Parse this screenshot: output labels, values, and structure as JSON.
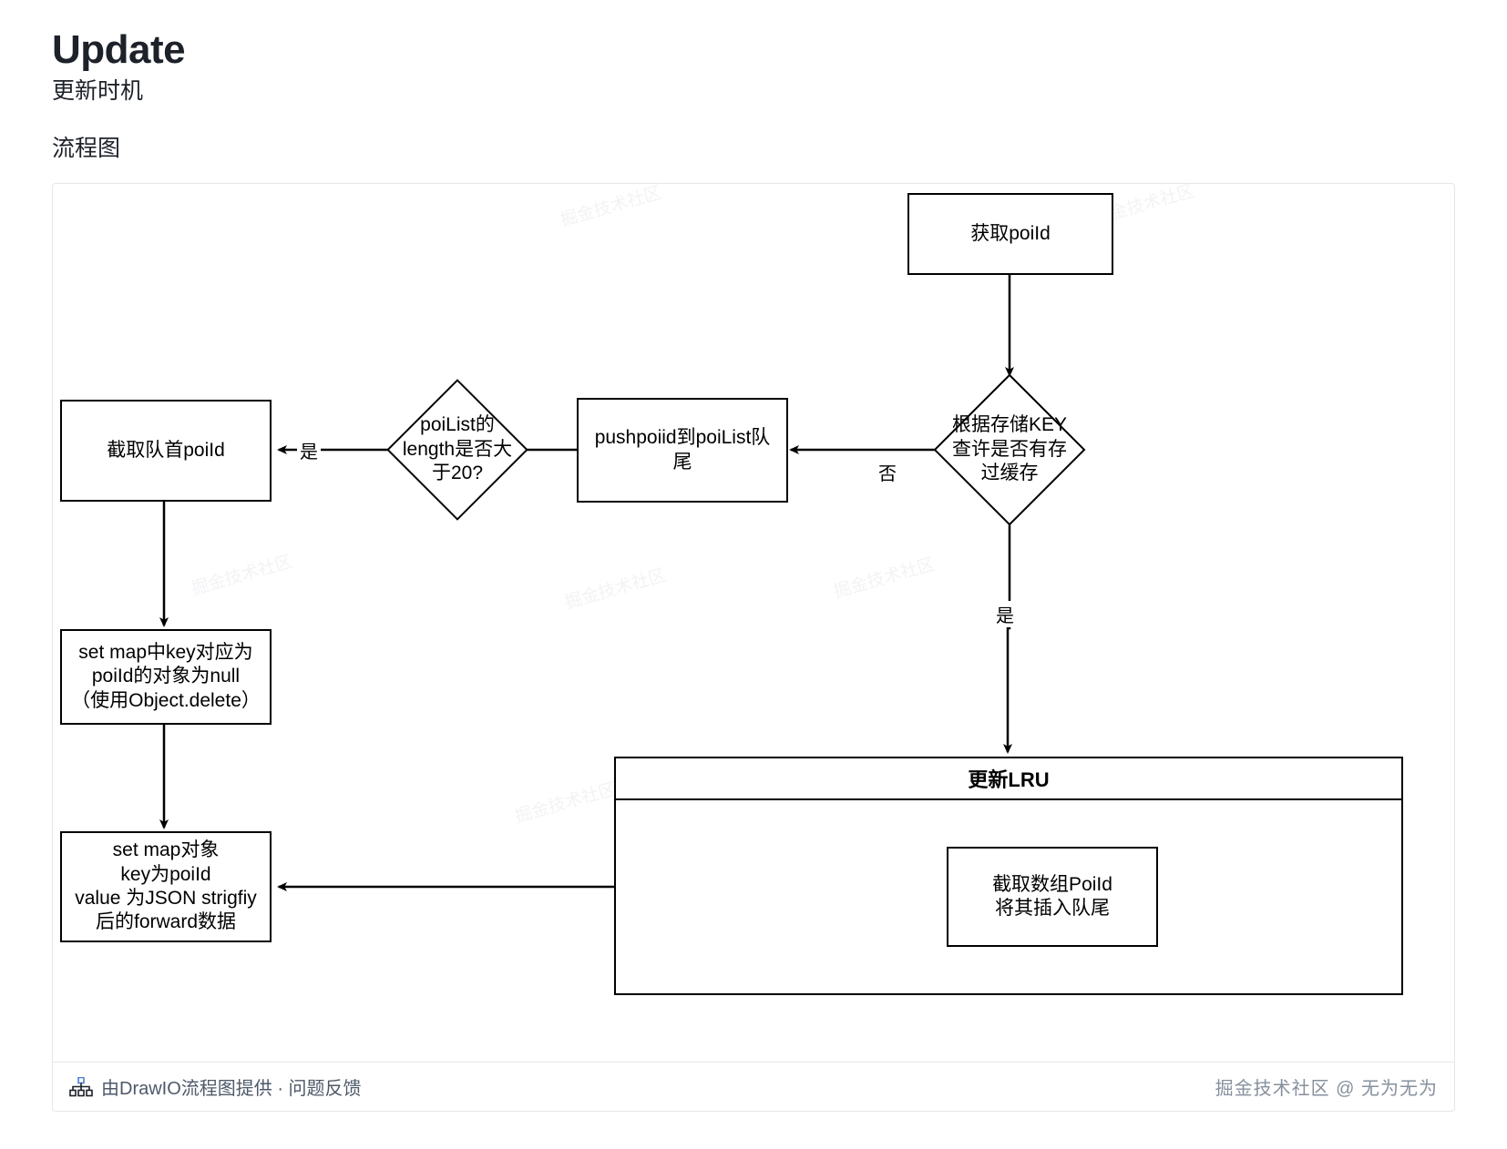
{
  "page": {
    "title": "Update",
    "subtitle": "更新时机",
    "section_label": "流程图"
  },
  "watermarks": [
    "掘金技术社区",
    "掘金技术社区",
    "掘金技术社区",
    "掘金技术社区",
    "掘金技术社区",
    "掘金技术社区"
  ],
  "footer": {
    "icon": "sitemap-icon",
    "text": "由DrawIO流程图提供 · 问题反馈",
    "attribution": "掘金技术社区 @ 无为无为"
  },
  "chart_data": {
    "type": "flowchart",
    "title": "流程图",
    "nodes": [
      {
        "id": "get-poiid",
        "shape": "rect",
        "label": "获取poiId"
      },
      {
        "id": "check-cache",
        "shape": "diamond",
        "label": "根据存储KEY\n查许是否有存\n过缓存"
      },
      {
        "id": "push-poiid",
        "shape": "rect",
        "label": "pushpoiid到poiList队\n尾"
      },
      {
        "id": "check-length",
        "shape": "diamond",
        "label": "poiList的\nlength是否大\n于20?"
      },
      {
        "id": "shift-head",
        "shape": "rect",
        "label": "截取队首poiId"
      },
      {
        "id": "set-null",
        "shape": "rect",
        "label": "set map中key对应为\npoiId的对象为null\n（使用Object.delete）"
      },
      {
        "id": "set-map",
        "shape": "rect",
        "label": "set map对象\nkey为poiId\nvalue 为JSON strigfiy\n后的forward数据"
      },
      {
        "id": "update-lru",
        "shape": "container",
        "label": "更新LRU"
      },
      {
        "id": "slice-array",
        "shape": "rect",
        "label": "截取数组PoiId\n将其插入队尾"
      }
    ],
    "edges": [
      {
        "from": "get-poiid",
        "to": "check-cache",
        "label": ""
      },
      {
        "from": "check-cache",
        "to": "push-poiid",
        "label": "否"
      },
      {
        "from": "check-cache",
        "to": "update-lru",
        "label": "是"
      },
      {
        "from": "push-poiid",
        "to": "check-length",
        "label": ""
      },
      {
        "from": "check-length",
        "to": "shift-head",
        "label": "是"
      },
      {
        "from": "shift-head",
        "to": "set-null",
        "label": ""
      },
      {
        "from": "set-null",
        "to": "set-map",
        "label": ""
      },
      {
        "from": "update-lru",
        "to": "set-map",
        "label": ""
      }
    ]
  }
}
